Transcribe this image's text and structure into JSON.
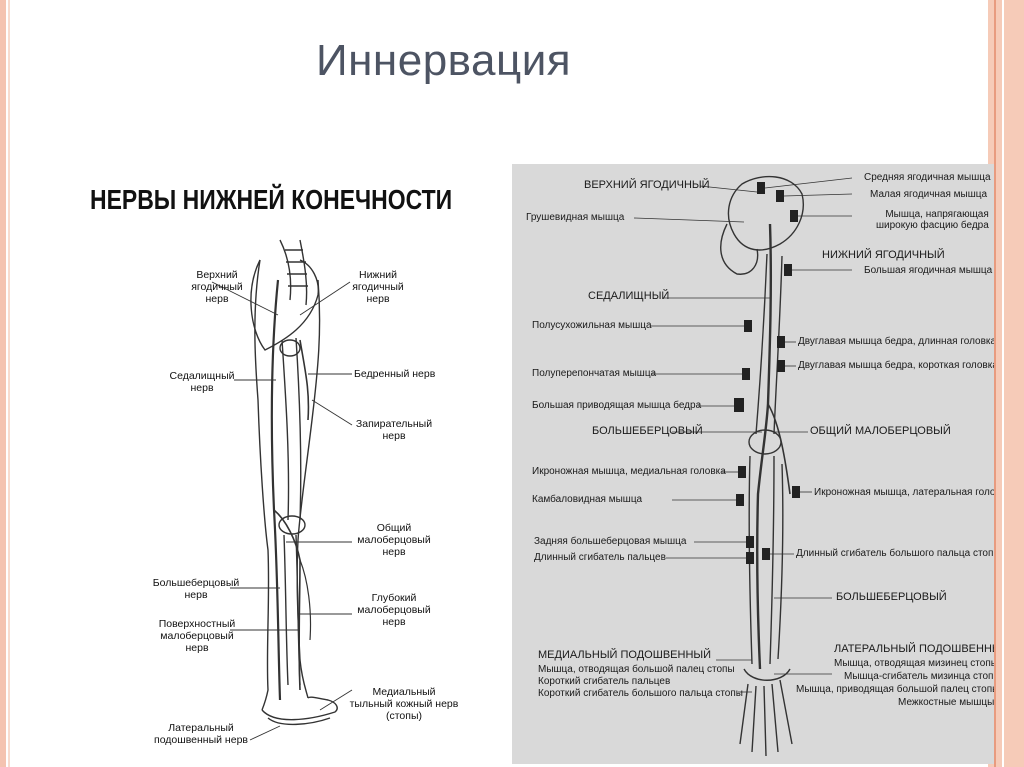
{
  "slide": {
    "title": "Иннервация"
  },
  "left_figure": {
    "title": "НЕРВЫ НИЖНЕЙ КОНЕЧНОСТИ",
    "labels": {
      "sup_gluteal": "Верхний\nягодичный\nнерв",
      "inf_gluteal": "Нижний\nягодичный\nнерв",
      "sciatic": "Седалищный\nнерв",
      "femoral": "Бедренный нерв",
      "obturator": "Запирательный\nнерв",
      "common_peroneal": "Общий\nмалоберцовый\nнерв",
      "tibial": "Большеберцовый\nнерв",
      "deep_peroneal": "Глубокий\nмалоберцовый\nнерв",
      "superficial_peroneal": "Поверхностный\nмалоберцовый\nнерв",
      "medial_dorsal_cutaneous": "Медиальный\nтыльный кожный нерв\n(стопы)",
      "lateral_plantar": "Латеральный\nподошвенный нерв"
    }
  },
  "right_figure": {
    "left_labels": {
      "sup_gluteal": "ВЕРХНИЙ ЯГОДИЧНЫЙ",
      "piriformis": "Грушевидная мышца",
      "sciatic": "СЕДАЛИЩНЫЙ",
      "semitendinosus": "Полусухожильная мышца",
      "semimembranosus": "Полуперепончатая мышца",
      "adductor_magnus": "Большая приводящая мышца бедра",
      "tibial": "БОЛЬШЕБЕРЦОВЫЙ",
      "gastro_medial": "Икроножная мышца, медиальная головка",
      "soleus": "Камбаловидная мышца",
      "tibialis_posterior": "Задняя большеберцовая мышца",
      "flexor_digitorum_longus": "Длинный сгибатель пальцев",
      "medial_plantar": "МЕДИАЛЬНЫЙ ПОДОШВЕННЫЙ",
      "abductor_hallucis": "Мышца, отводящая большой палец стопы",
      "flexor_digitorum_brevis": "Короткий сгибатель пальцев",
      "flexor_hallucis_brevis": "Короткий сгибатель большого пальца стопы"
    },
    "right_labels": {
      "gluteus_medius": "Средняя ягодичная мышца",
      "gluteus_minimus": "Малая ягодичная мышца",
      "tfl": "Мышца, напрягающая\nширокую фасцию бедра",
      "inf_gluteal": "НИЖНИЙ ЯГОДИЧНЫЙ",
      "gluteus_maximus": "Большая ягодичная мышца",
      "biceps_long": "Двуглавая мышца бедра, длинная головка",
      "biceps_short": "Двуглавая мышца бедра, короткая головка",
      "common_peroneal": "ОБЩИЙ МАЛОБЕРЦОВЫЙ",
      "gastro_lateral": "Икроножная мышца, латеральная головка",
      "flexor_hallucis_longus": "Длинный сгибатель большого пальца стопы",
      "tibial2": "БОЛЬШЕБЕРЦОВЫЙ",
      "lateral_plantar": "ЛАТЕРАЛЬНЫЙ ПОДОШВЕННЫЙ",
      "abductor_digiti_minimi": "Мышца, отводящая мизинец стопы",
      "flexor_digiti_minimi": "Мышца-сгибатель мизинца стопы",
      "adductor_hallucis": "Мышца, приводящая большой палец стопы",
      "interossei": "Межкостные мышцы"
    }
  }
}
